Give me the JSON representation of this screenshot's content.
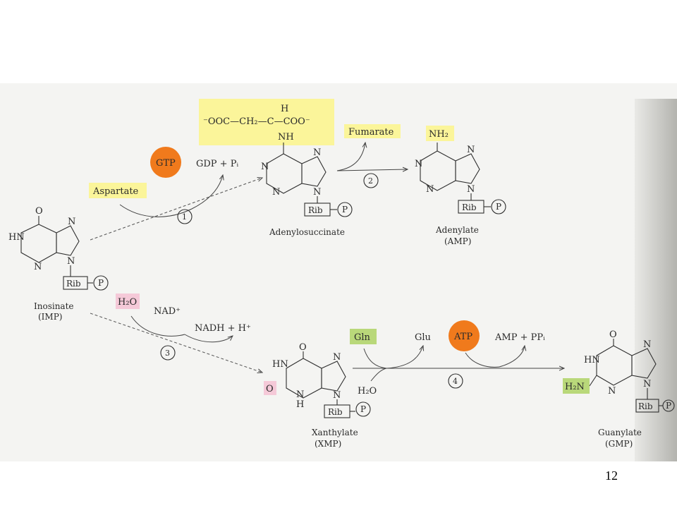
{
  "page_number": "12",
  "colors": {
    "yellow_box": "#fbf59a",
    "orange_circle": "#f07a1c",
    "pink_box": "#f5c9d8",
    "green_box": "#b9d87a"
  },
  "reagents": {
    "aspartate": "Aspartate",
    "gtp": "GTP",
    "gdp_pi": "GDP + Pᵢ",
    "fumarate": "Fumarate",
    "h2o_top": "H₂O",
    "nad": "NAD⁺",
    "nadh": "NADH + H⁺",
    "gln": "Gln",
    "glu": "Glu",
    "h2o_bottom": "H₂O",
    "atp": "ATP",
    "amp_ppi": "AMP + PPᵢ"
  },
  "steps": [
    "1",
    "2",
    "3",
    "4"
  ],
  "succinyl_group": {
    "chain": "⁻OOC—CH₂—C—COO⁻",
    "h": "H",
    "nh": "NH"
  },
  "molecules": {
    "imp": {
      "name": "Inosinate",
      "abbr": "(IMP)"
    },
    "adenylosuccinate": {
      "name": "Adenylosuccinate"
    },
    "amp": {
      "name": "Adenylate",
      "abbr": "(AMP)"
    },
    "xmp": {
      "name": "Xanthylate",
      "abbr": "(XMP)"
    },
    "gmp": {
      "name": "Guanylate",
      "abbr": "(GMP)"
    }
  },
  "atoms": {
    "o": "O",
    "hn": "HN",
    "n": "N",
    "nh2": "NH₂",
    "h2n": "H₂N",
    "h": "H",
    "rib": "Rib",
    "p": "P"
  }
}
